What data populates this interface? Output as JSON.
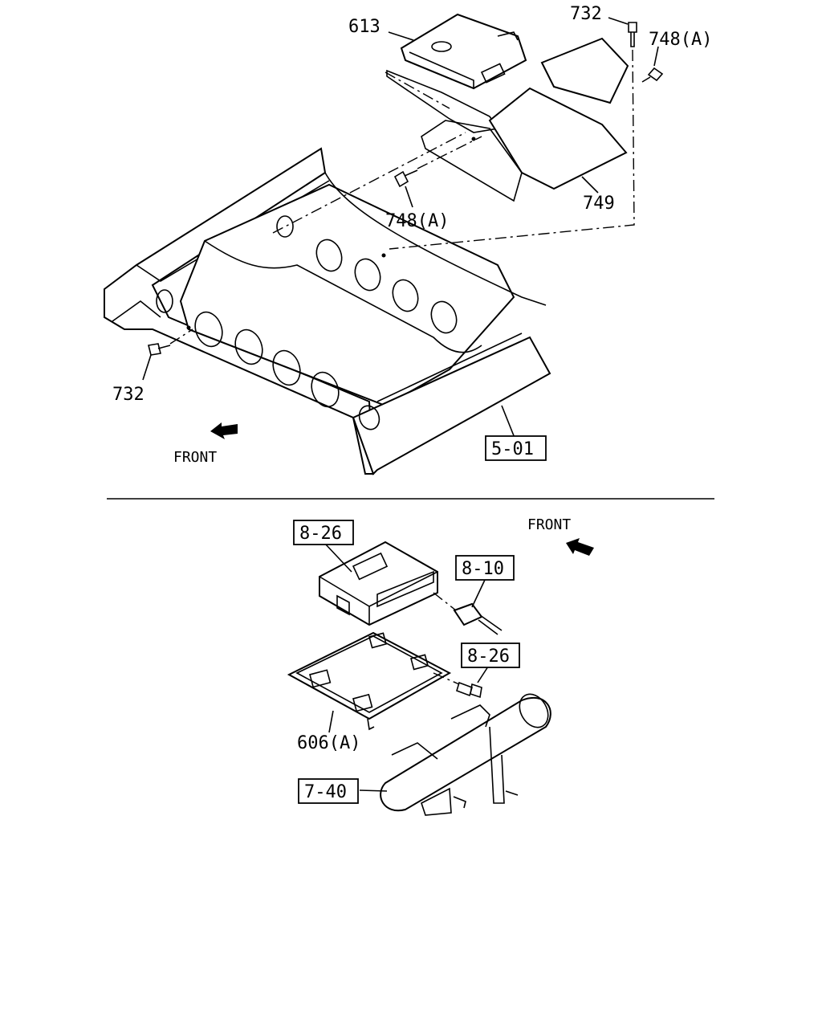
{
  "upper": {
    "callouts": {
      "ecu": "613",
      "bolt_top": "732",
      "bolt_top_right": "748(A)",
      "bolt_frame": "748(A)",
      "bracket": "749",
      "bolt_left": "732"
    },
    "ref_frame": "5-01",
    "front_label": "FRONT"
  },
  "lower": {
    "ref_module": "8-26",
    "ref_harness": "8-10",
    "ref_bolt": "8-26",
    "bracket_callout": "606(A)",
    "ref_crossmember": "7-40",
    "front_label": "FRONT"
  }
}
